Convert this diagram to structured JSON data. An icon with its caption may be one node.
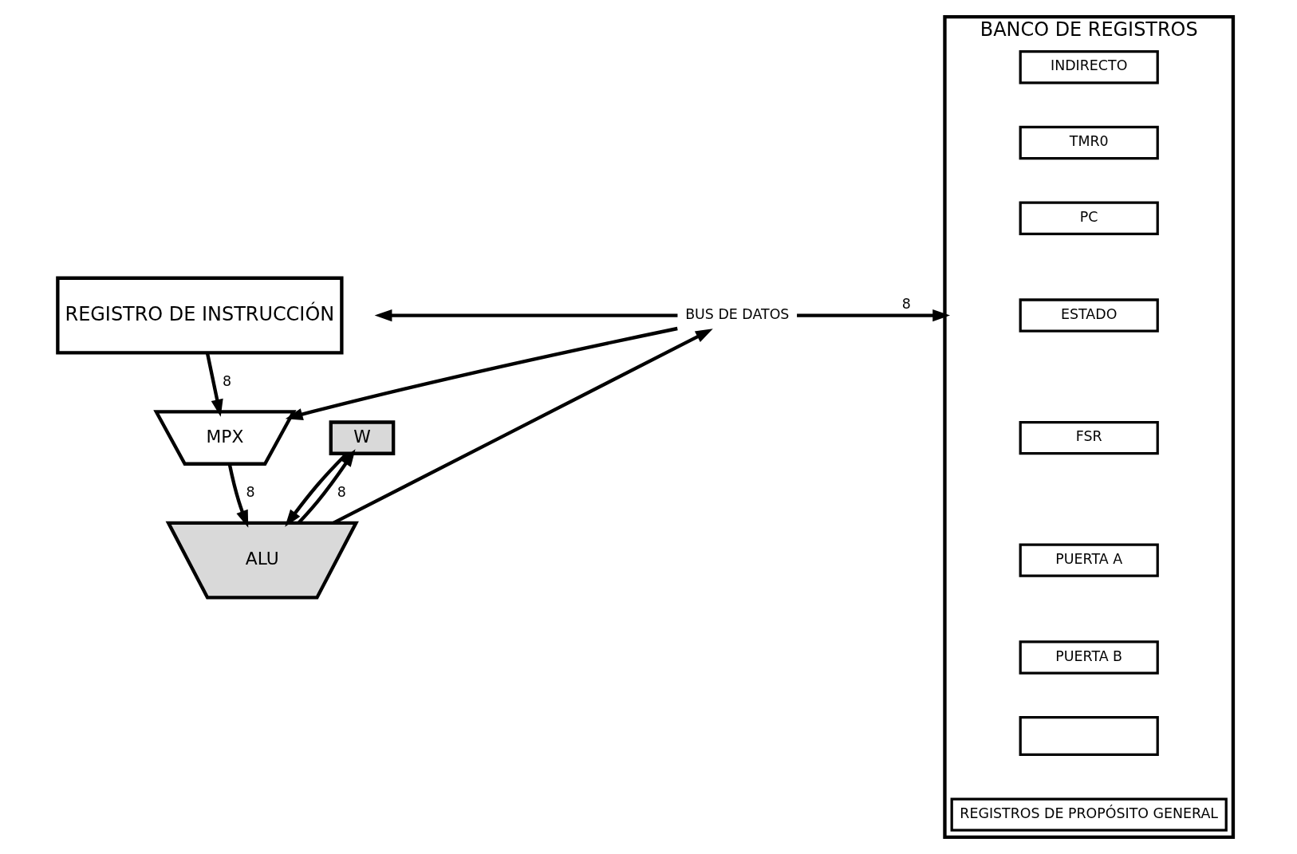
{
  "diagram": {
    "nodes": [
      {
        "text": [
          "REGISTRO DE INSTRUCCIÓN"
        ]
      },
      {
        "text": [
          "BUS DE DATOS"
        ]
      },
      {
        "text": [
          "MPX"
        ]
      },
      {
        "text": [
          "W"
        ]
      },
      {
        "text": [
          "ALU"
        ]
      },
      {
        "text": [
          "BANCO DE REGISTROS"
        ]
      },
      {
        "text": [
          "INDIRECTO"
        ],
        "in": 5
      },
      {
        "text": [
          "TMR0"
        ],
        "in": 5
      },
      {
        "text": [
          "PC"
        ],
        "in": 5
      },
      {
        "text": [
          "ESTADO"
        ],
        "in": 5
      },
      {
        "text": [
          "FSR"
        ],
        "in": 5
      },
      {
        "text": [
          "PUERTA A"
        ],
        "in": 5
      },
      {
        "text": [
          "PUERTA B"
        ],
        "in": 5
      },
      {
        "text": [],
        "shape": "box",
        "in": 5
      },
      {
        "text": [
          "REGISTROS DE PROPÓSITO GENERAL"
        ],
        "in": 5
      }
    ],
    "edges": [
      {
        "from": 0,
        "to": 2,
        "arrow": "to",
        "label": "8"
      },
      {
        "from": 1,
        "to": null,
        "arrow": "to"
      },
      {
        "from": 1,
        "to": 5,
        "arrow": "to",
        "label": "8"
      },
      {
        "from": 1,
        "to": 2,
        "arrow": "to"
      },
      {
        "from": 2,
        "to": 4,
        "arrow": "to",
        "label": "8"
      },
      {
        "from": 3,
        "to": 4,
        "arrow": "to"
      },
      {
        "from": 4,
        "to": 3,
        "arrow": "to",
        "label": "8"
      },
      {
        "from": 4,
        "to": 1,
        "arrow": "to"
      }
    ]
  }
}
